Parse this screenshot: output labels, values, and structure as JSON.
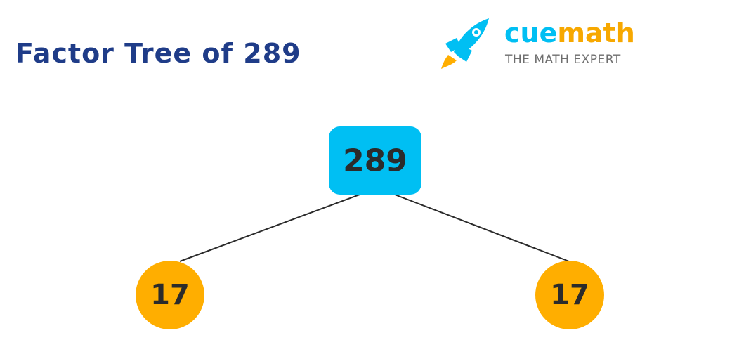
{
  "title": "Factor Tree of 289",
  "logo": {
    "brand_part1": "cue",
    "brand_part2": "math",
    "tagline": "THE MATH EXPERT",
    "icon": "rocket-icon"
  },
  "tree": {
    "root": {
      "label": "289",
      "color": "#00bff3"
    },
    "children": [
      {
        "label": "17",
        "color": "#ffae00"
      },
      {
        "label": "17",
        "color": "#ffae00"
      }
    ],
    "edge_color": "#2b2b2b"
  },
  "colors": {
    "title": "#1f3c88",
    "brand_blue": "#00bff3",
    "brand_orange": "#f7a800",
    "tagline": "#6e6e6e"
  }
}
